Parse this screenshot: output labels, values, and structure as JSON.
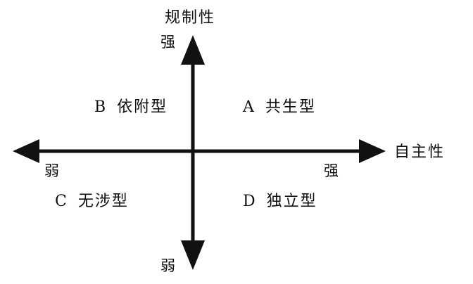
{
  "axes": {
    "vertical": {
      "title": "规制性",
      "strong": "强",
      "weak": "弱"
    },
    "horizontal": {
      "title": "自主性",
      "strong": "强",
      "weak": "弱"
    }
  },
  "quadrants": {
    "top_right": {
      "letter": "A",
      "name": "共生型"
    },
    "top_left": {
      "letter": "B",
      "name": "依附型"
    },
    "bottom_left": {
      "letter": "C",
      "name": "无涉型"
    },
    "bottom_right": {
      "letter": "D",
      "name": "独立型"
    }
  },
  "colors": {
    "ink": "#111111",
    "background": "#ffffff"
  }
}
